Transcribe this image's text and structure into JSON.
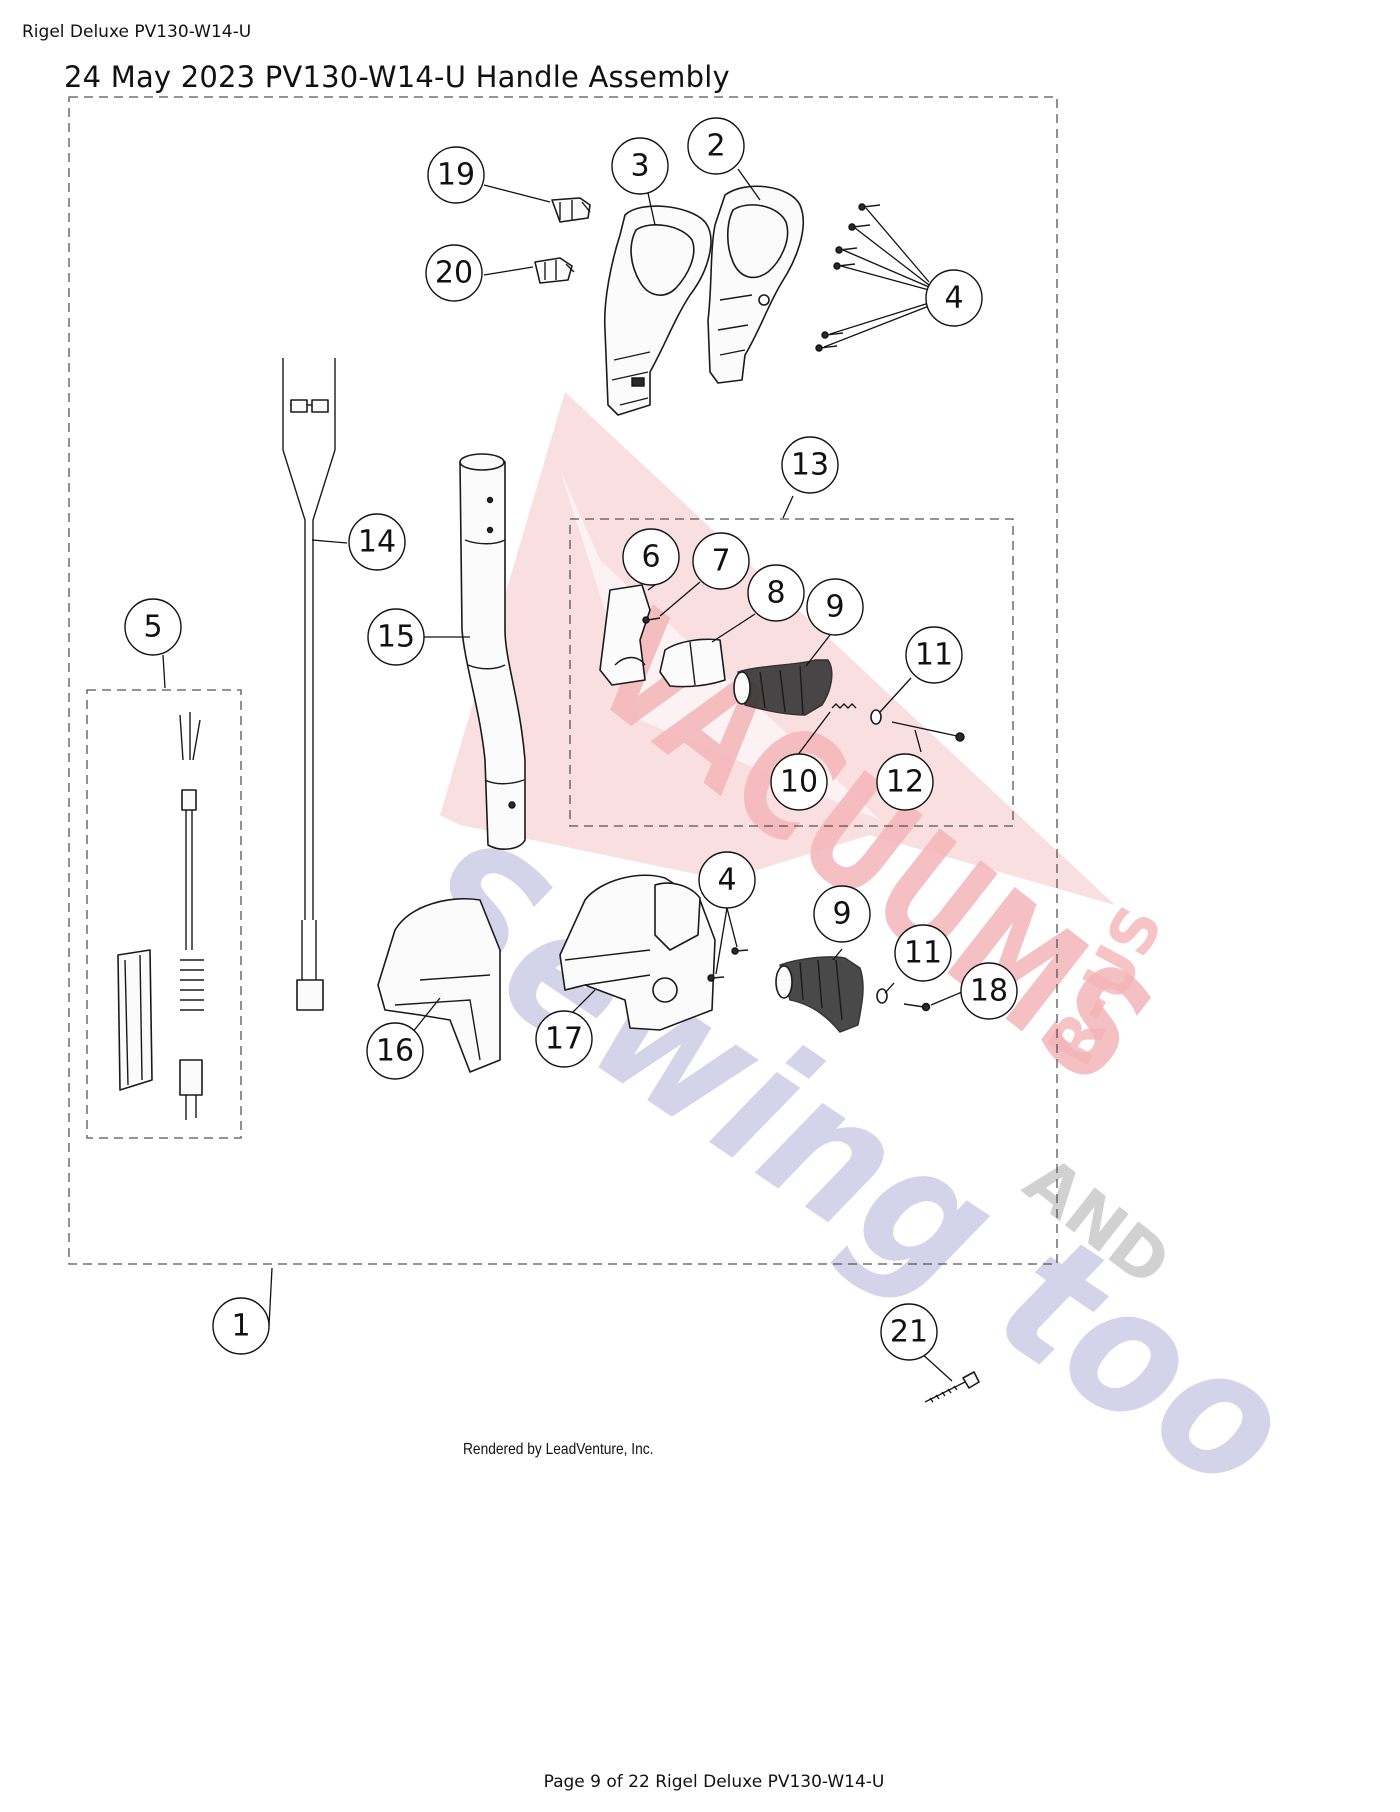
{
  "doc_header": "Rigel Deluxe PV130-W14-U",
  "diagram_title": "24 May 2023 PV130-W14-U Handle Assembly",
  "credit": "Rendered by LeadVenture, Inc.",
  "footer": "Page 9 of 22 Rigel Deluxe PV130-W14-U",
  "callouts": [
    "1",
    "2",
    "3",
    "4",
    "4",
    "5",
    "6",
    "7",
    "8",
    "9",
    "9",
    "10",
    "11",
    "11",
    "12",
    "13",
    "14",
    "15",
    "16",
    "17",
    "18",
    "19",
    "20",
    "21"
  ],
  "watermark": {
    "brand": "VACUUMS",
    "suffix": "R-US",
    "and": "AND",
    "script": "Sewing too",
    "colors": {
      "red": "#f0a0a4",
      "blue": "#a9abd8",
      "gray": "#bdbdbd"
    }
  }
}
